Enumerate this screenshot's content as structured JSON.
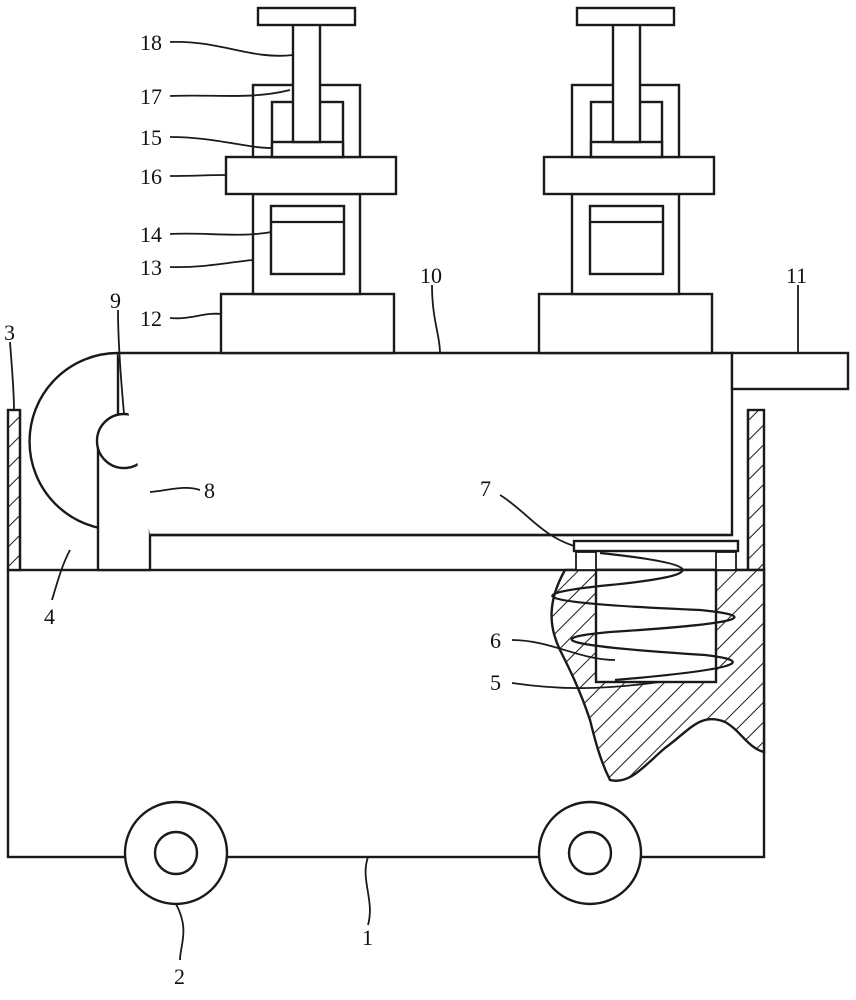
{
  "labels": {
    "l1": "1",
    "l2": "2",
    "l3": "3",
    "l4": "4",
    "l5": "5",
    "l6": "6",
    "l7": "7",
    "l8": "8",
    "l9": "9",
    "l10": "10",
    "l11": "11",
    "l12": "12",
    "l13": "13",
    "l14": "14",
    "l15": "15",
    "l16": "16",
    "l17": "17",
    "l18": "18"
  },
  "colors": {
    "line": "#1a1a1a",
    "background": "#ffffff"
  }
}
